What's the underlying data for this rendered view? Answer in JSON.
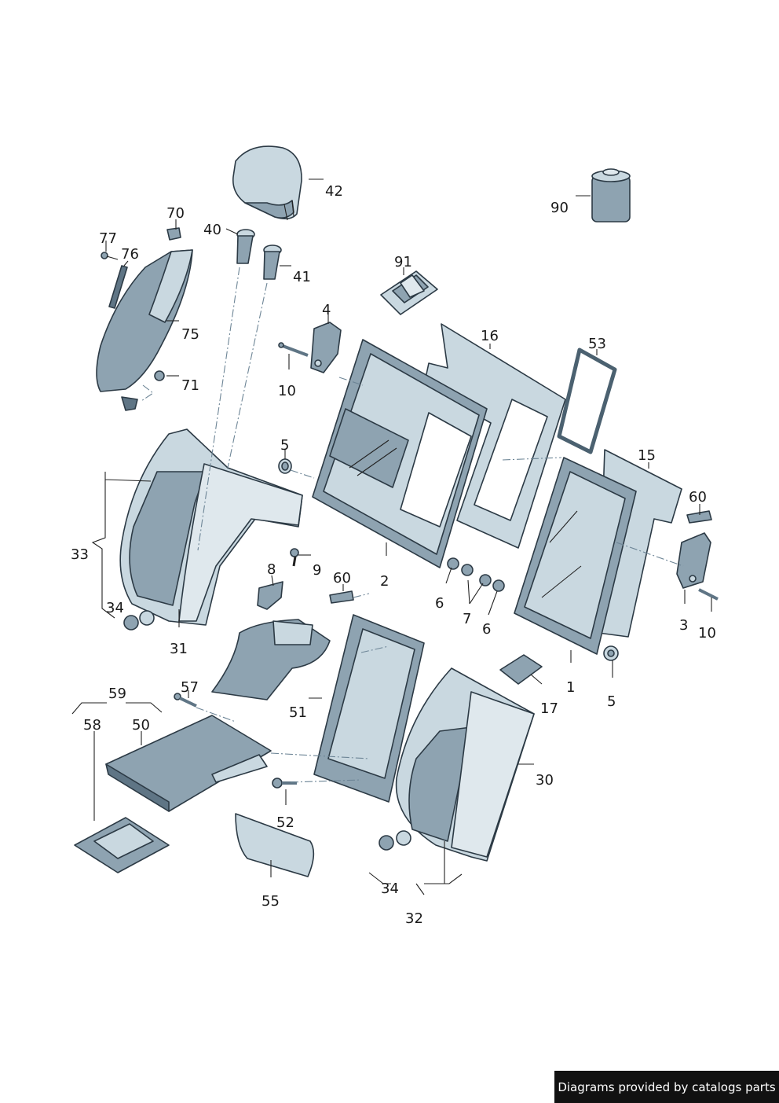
{
  "callouts": {
    "c42": "42",
    "c90": "90",
    "c70": "70",
    "c40": "40",
    "c77": "77",
    "c76": "76",
    "c41": "41",
    "c91": "91",
    "c75": "75",
    "c4": "4",
    "c16": "16",
    "c53": "53",
    "c10a": "10",
    "c71": "71",
    "c5a": "5",
    "c15": "15",
    "c60a": "60",
    "c33": "33",
    "c8": "8",
    "c9": "9",
    "c60b": "60",
    "c2": "2",
    "c34a": "34",
    "c6a": "6",
    "c7": "7",
    "c6b": "6",
    "c3": "3",
    "c10b": "10",
    "c31": "31",
    "c1": "1",
    "c5b": "5",
    "c17": "17",
    "c57": "57",
    "c59": "59",
    "c58": "58",
    "c50": "50",
    "c51": "51",
    "c30": "30",
    "c52": "52",
    "c55": "55",
    "c34b": "34",
    "c32": "32"
  },
  "footer": {
    "text": "Diagrams provided by catalogs parts"
  }
}
